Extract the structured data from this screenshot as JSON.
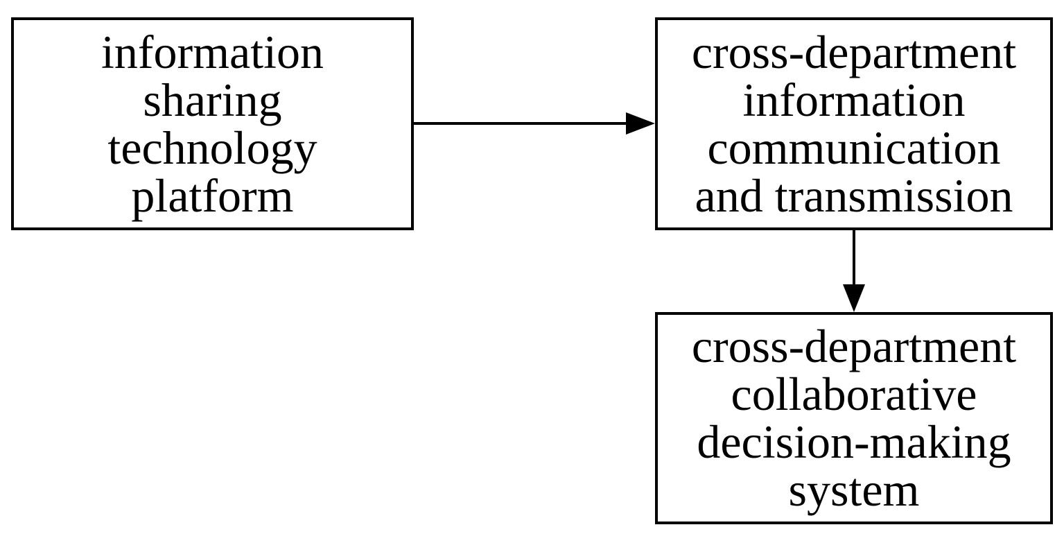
{
  "nodes": {
    "platform": {
      "lines": [
        "information",
        "sharing",
        "technology",
        "platform"
      ]
    },
    "communication": {
      "lines": [
        "cross-department",
        "information",
        "communication",
        "and transmission"
      ]
    },
    "decision": {
      "lines": [
        "cross-department",
        "collaborative",
        "decision-making",
        "system"
      ]
    }
  },
  "edges": [
    {
      "from": "platform",
      "to": "communication"
    },
    {
      "from": "communication",
      "to": "decision"
    }
  ],
  "colors": {
    "stroke": "#000000",
    "background": "#ffffff"
  }
}
